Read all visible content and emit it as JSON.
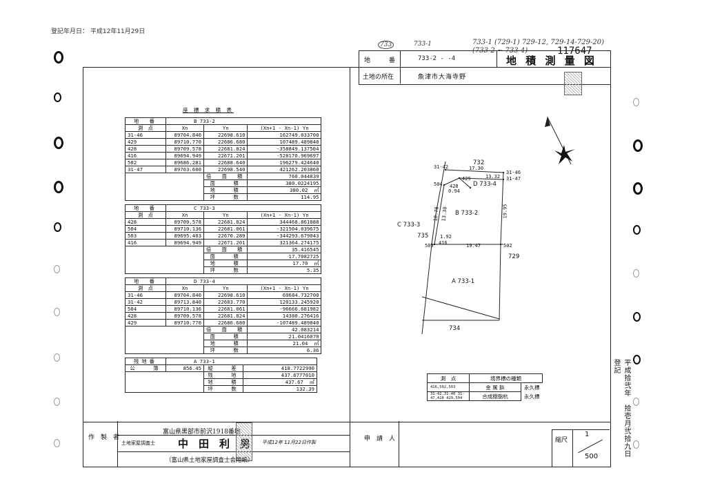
{
  "header": {
    "registration_date": "登記年月日： 平成12年11月29日",
    "handwritten_top": "733-1 (729-1) 729-12, 729-14-729-20)",
    "handwritten_second": "(733-2 ~ 733-4)",
    "handwritten_circle": "733",
    "handwritten_lot": "733-1",
    "doc_number": "117647",
    "lot_label": "地　　　番",
    "lot_value": "733-2 - -4",
    "title": "地 積 測 量 図",
    "location_label": "土地の所在",
    "location_value": "魚津市大海寺野"
  },
  "section_title": "座 標 求 積 表",
  "tables": {
    "t1": {
      "lot_label": "地　番",
      "lot_value": "B 733-2",
      "head": [
        "測　点",
        "Xn",
        "Yn",
        "(Xn+1 - Xn-1) Yn"
      ],
      "rows": [
        [
          "31-46",
          "89704.840",
          "22698.610",
          "162749.033700"
        ],
        [
          "429",
          "89710.770",
          "22686.680",
          "107489.489840"
        ],
        [
          "428",
          "89709.578",
          "22681.824",
          "-358849.137504"
        ],
        [
          "416",
          "89694.949",
          "22671.201",
          "-528170.969697"
        ],
        [
          "502",
          "89686.281",
          "22688.640",
          "196279.424640"
        ],
        [
          "31-47",
          "89703.600",
          "22698.540",
          "421262.203860"
        ]
      ],
      "summary": [
        [
          "倍　面　積",
          "760.044839",
          ""
        ],
        [
          "面　　積",
          "380.0224195",
          ""
        ],
        [
          "地　　積",
          "380.02",
          "㎡"
        ],
        [
          "坪　　数",
          "114.95",
          ""
        ]
      ]
    },
    "t2": {
      "lot_label": "地　番",
      "lot_value": "C 733-3",
      "head": [
        "測　点",
        "Xn",
        "Yn",
        "(Xn+1 - Xn-1) Yn"
      ],
      "rows": [
        [
          "428",
          "89709.578",
          "22681.824",
          "344468.861088"
        ],
        [
          "504",
          "89710.136",
          "22681.061",
          "-321504.039675"
        ],
        [
          "503",
          "89695.403",
          "22670.289",
          "-344293.679043"
        ],
        [
          "416",
          "89694.949",
          "22671.201",
          "321364.274175"
        ]
      ],
      "summary": [
        [
          "倍　面　積",
          "35.416545",
          ""
        ],
        [
          "面　　積",
          "17.7082725",
          ""
        ],
        [
          "地　　積",
          "17.70",
          "㎡"
        ],
        [
          "坪　　数",
          "5.35",
          ""
        ]
      ]
    },
    "t3": {
      "lot_label": "地　番",
      "lot_value": "D 733-4",
      "head": [
        "測　点",
        "Xn",
        "Yn",
        "(Xn+1 - Xn-1) Yn"
      ],
      "rows": [
        [
          "31-46",
          "89704.840",
          "22698.610",
          "69684.732700"
        ],
        [
          "31-42",
          "89713.840",
          "22683.770",
          "120133.245920"
        ],
        [
          "504",
          "89710.136",
          "22681.061",
          "-96666.681982"
        ],
        [
          "428",
          "89709.578",
          "22681.824",
          "14380.276416"
        ],
        [
          "429",
          "89710.770",
          "22686.680",
          "-107489.489840"
        ]
      ],
      "summary": [
        [
          "倍　面　積",
          "42.083214",
          ""
        ],
        [
          "面　　積",
          "21.0416070",
          ""
        ],
        [
          "地　　積",
          "21.04",
          "㎡"
        ],
        [
          "坪　　数",
          "6.36",
          ""
        ]
      ]
    },
    "t4": {
      "lot_label": "残地番",
      "lot_value": "A 733-1",
      "public_label": "公　　簿",
      "public_value": "856.45",
      "summary": [
        [
          "縦　　差",
          "418.7722990",
          ""
        ],
        [
          "残　　地",
          "437.6777010",
          ""
        ],
        [
          "地　　積",
          "437.67",
          "㎡"
        ],
        [
          "坪　　数",
          "132.39",
          ""
        ]
      ]
    }
  },
  "map_labels": {
    "lot_732": "732",
    "lot_735": "735",
    "lot_729": "729",
    "lot_734": "734",
    "lot_B": "B 733-2",
    "lot_C": "C 733-3",
    "lot_D": "D 733-4",
    "lot_A": "A 733-1",
    "pt_31_42": "31-42",
    "pt_31_46": "31-46",
    "pt_31_47": "31-47",
    "pt_504": "504",
    "pt_428": "428",
    "pt_429": "429",
    "pt_503": "503",
    "pt_416": "416",
    "pt_502": "502",
    "d_1730": "17.30",
    "d_1332": "13.32",
    "d_1947": "19.47",
    "d_1995": "19.95",
    "d_1692": "1.92",
    "d_094": "0.94",
    "d_1878": "18.78",
    "d_1330": "13.30"
  },
  "legend": {
    "head_point": "測　点",
    "head_type": "境界標の種類",
    "r1_points": "416,502,503",
    "r1_type": "金 属 鋲",
    "r1_perm": "永久標",
    "r2_points": "31-42,31-46 31-47,428 429,504",
    "r2_type": "合成樹脂杭",
    "r2_perm": "永久標"
  },
  "footer": {
    "maker_label": "作　製　者",
    "address": "富山県黒部市前沢1918番地",
    "surveyor_title": "土地家屋調査士",
    "surveyor_name": "中　田　利　男",
    "made_date": "平成12年 11月22日作製",
    "association": "（富山県土地家屋調査士会用紙）",
    "applicant_label": "申　請　人",
    "scale_label": "縮尺",
    "scale_num": "1",
    "scale_den": "500"
  },
  "side_text": "平成拾弐年　拾壱月弐拾九日登記"
}
